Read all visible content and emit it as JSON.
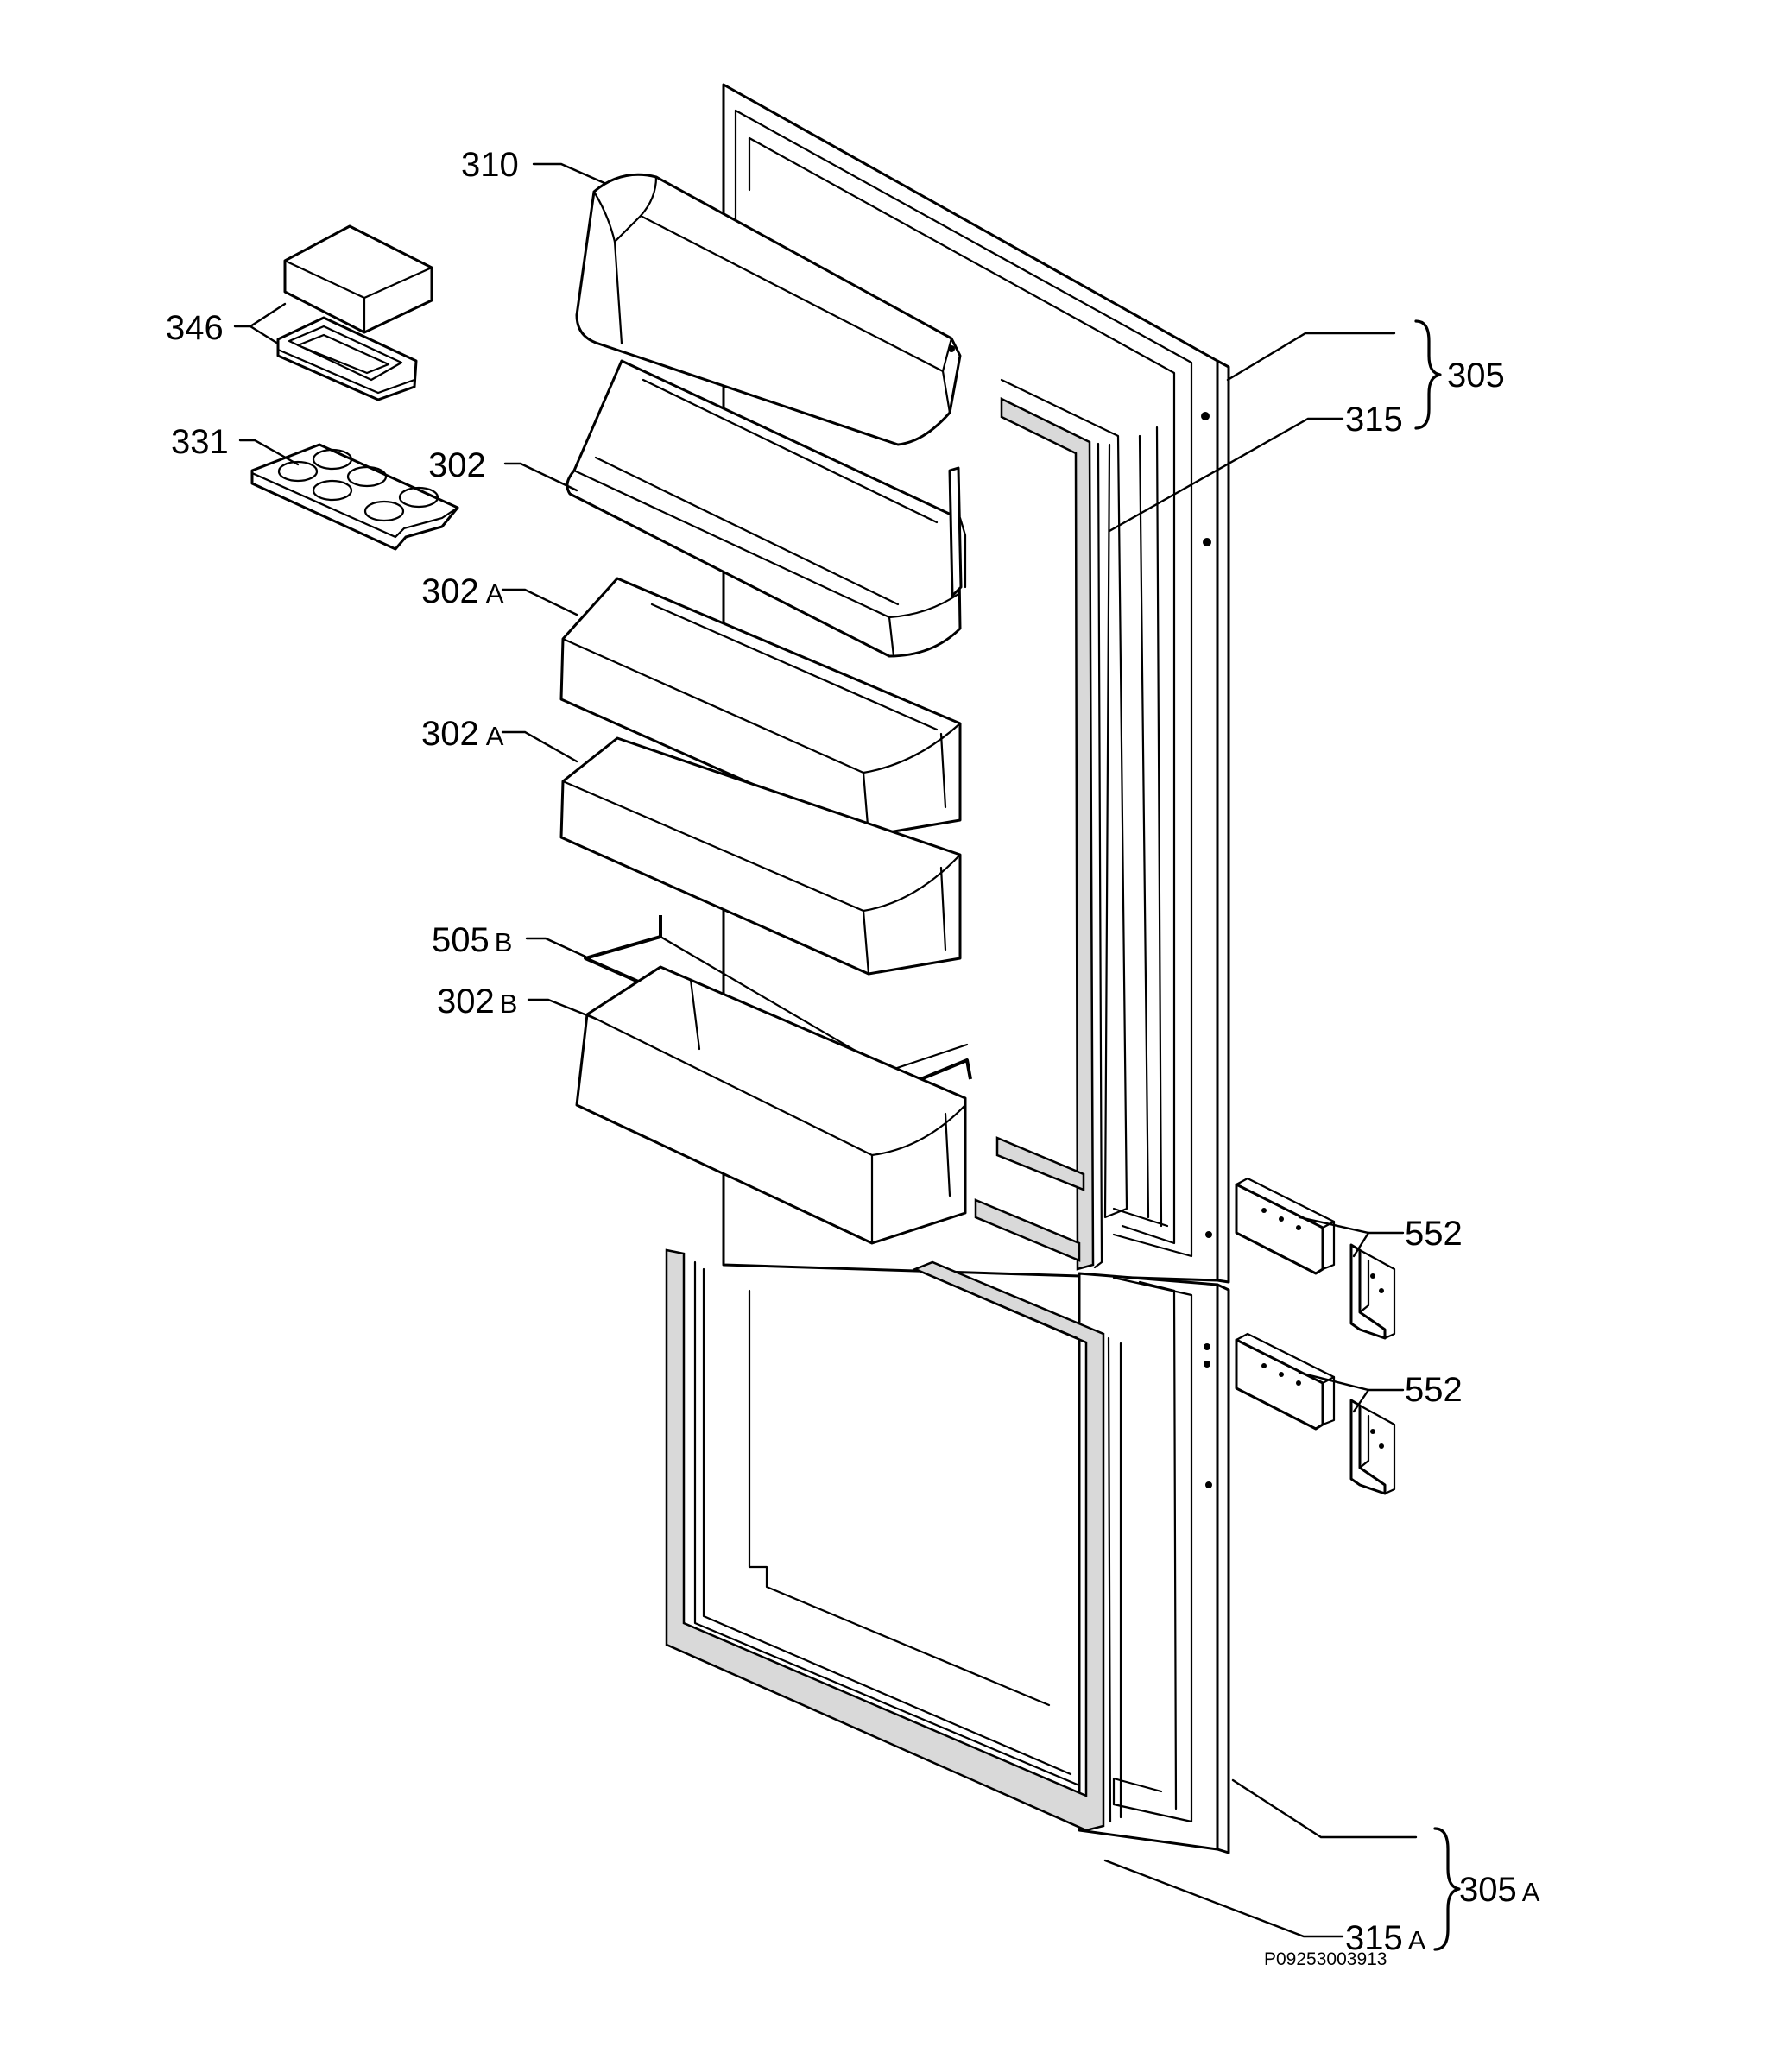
{
  "diagram": {
    "reference_code": "P09253003913",
    "parts": [
      {
        "id": "310",
        "num": "310",
        "suffix": "",
        "description": ""
      },
      {
        "id": "346",
        "num": "346",
        "suffix": "",
        "description": ""
      },
      {
        "id": "331",
        "num": "331",
        "suffix": "",
        "description": ""
      },
      {
        "id": "302",
        "num": "302",
        "suffix": "",
        "description": ""
      },
      {
        "id": "302A-1",
        "num": "302",
        "suffix": "A",
        "description": ""
      },
      {
        "id": "302A-2",
        "num": "302",
        "suffix": "A",
        "description": ""
      },
      {
        "id": "505B",
        "num": "505",
        "suffix": "B",
        "description": ""
      },
      {
        "id": "302B",
        "num": "302",
        "suffix": "B",
        "description": ""
      },
      {
        "id": "305",
        "num": "305",
        "suffix": "",
        "description": ""
      },
      {
        "id": "315",
        "num": "315",
        "suffix": "",
        "description": ""
      },
      {
        "id": "552-1",
        "num": "552",
        "suffix": "",
        "description": ""
      },
      {
        "id": "552-2",
        "num": "552",
        "suffix": "",
        "description": ""
      },
      {
        "id": "305A",
        "num": "305",
        "suffix": "A",
        "description": ""
      },
      {
        "id": "315A",
        "num": "315",
        "suffix": "A",
        "description": ""
      }
    ]
  }
}
